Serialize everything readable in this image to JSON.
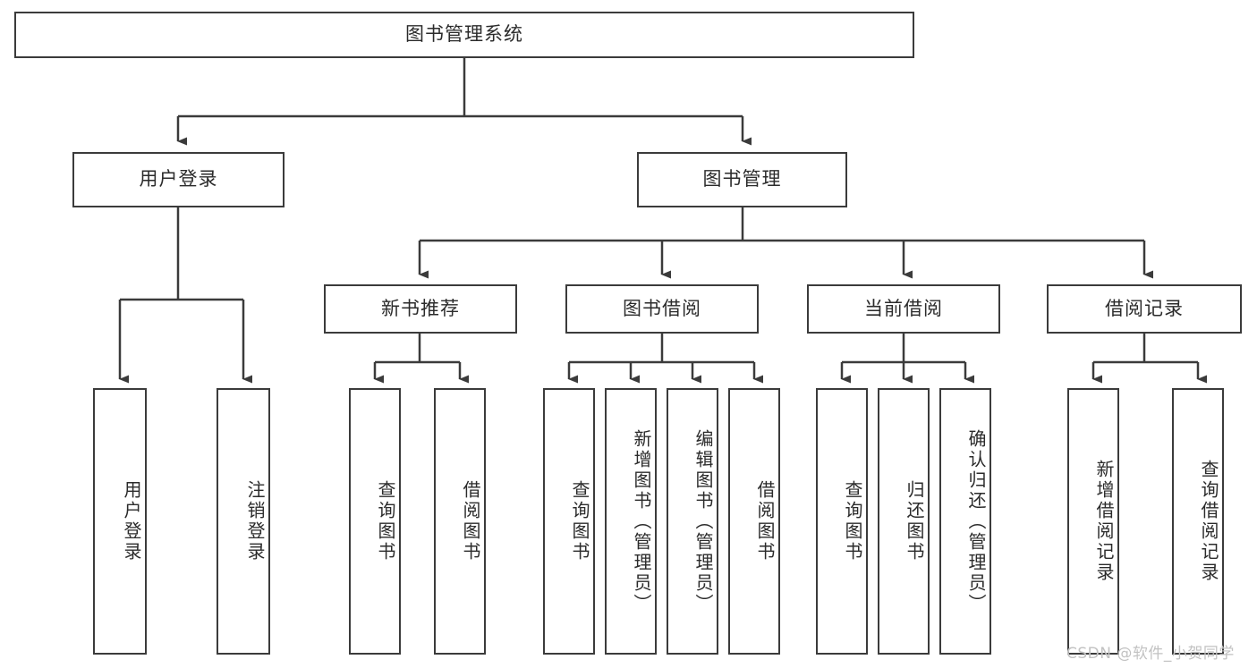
{
  "diagram": {
    "title": "图书管理系统",
    "type": "tree-hierarchy-chart",
    "colors": {
      "box_border": "#3b3b3b",
      "box_fill": "#ffffff",
      "connector": "#3b3b3b",
      "text": "#2b2b2b",
      "watermark": "#c2c2c2",
      "canvas": "#ffffff"
    },
    "root": {
      "label": "图书管理系统"
    },
    "level2": [
      {
        "label": "用户登录"
      },
      {
        "label": "图书管理"
      }
    ],
    "level3": [
      {
        "label": "新书推荐"
      },
      {
        "label": "图书借阅"
      },
      {
        "label": "当前借阅"
      },
      {
        "label": "借阅记录"
      }
    ],
    "leaves": {
      "user_login": [
        {
          "label": "用户登录"
        },
        {
          "label": "注销登录"
        }
      ],
      "new_book_recommend": [
        {
          "label": "查询图书"
        },
        {
          "label": "借阅图书"
        }
      ],
      "book_borrow": [
        {
          "label": "查询图书"
        },
        {
          "label": "新增图书（管理员）"
        },
        {
          "label": "编辑图书（管理员）"
        },
        {
          "label": "借阅图书"
        }
      ],
      "current_borrow": [
        {
          "label": "查询图书"
        },
        {
          "label": "归还图书"
        },
        {
          "label": "确认归还（管理员）"
        }
      ],
      "borrow_record": [
        {
          "label": "新增借阅记录"
        },
        {
          "label": "查询借阅记录"
        }
      ]
    },
    "watermark": "CSDN @软件_小贺同学"
  }
}
